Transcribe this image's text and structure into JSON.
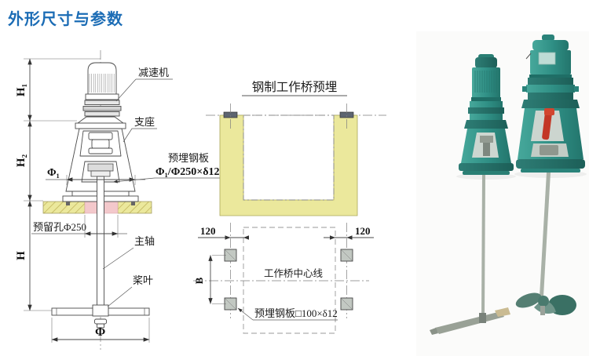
{
  "page": {
    "title": "外形尺寸与参数"
  },
  "left_diagram": {
    "labels": {
      "dim_h1": "H₁",
      "dim_h2": "H₂",
      "dim_h": "H",
      "dim_phi1": "Φ₁",
      "dim_phi": "Φ",
      "gearbox": "减速机",
      "support": "支座",
      "embedded_plate_line1": "预埋钢板",
      "embedded_plate_line2": "Φ₁/Φ250×δ12",
      "reserved_hole": "预留孔Φ250",
      "main_shaft": "主轴",
      "impeller": "桨叶"
    }
  },
  "bridge_diagram": {
    "title": "钢制工作桥预埋",
    "labels": {
      "dim_left": "120",
      "dim_right": "120",
      "dim_b": "B",
      "bridge_centerline": "工作桥中心线",
      "embedded_plate": "预埋钢板□100×δ12"
    }
  },
  "colors": {
    "title_blue": "#1b6cb5",
    "concrete_yellow": "#ebe89c",
    "hole_pink": "#f3c8cb",
    "machine_teal": "#2f8f85",
    "machine_teal_dark": "#1c6662",
    "lever_red": "#c33726"
  }
}
